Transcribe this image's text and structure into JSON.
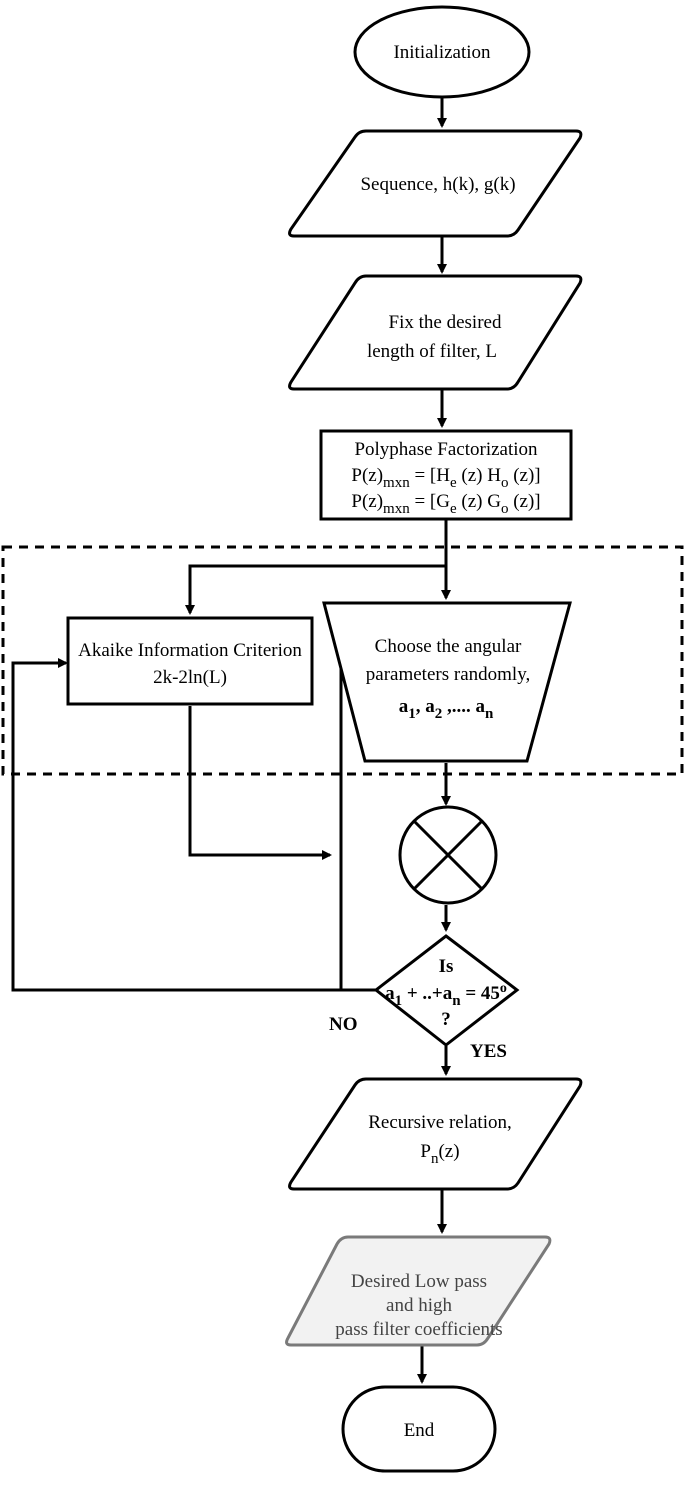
{
  "nodes": {
    "start": "Initialization",
    "sequence": "Sequence, h(k), g(k)",
    "fix_line1": "Fix the desired",
    "fix_line2": "length of filter, L",
    "poly_title": "Polyphase Factorization",
    "poly_eq1": {
      "p": "P(z)",
      "sub": "mxn",
      "mid": " = [H",
      "sub2": "e",
      "mid2": " (z) H",
      "sub3": "o",
      "end": " (z)]"
    },
    "poly_eq2": {
      "p": "P(z)",
      "sub": "mxn",
      "mid": " = [G",
      "sub2": "e",
      "mid2": " (z) G",
      "sub3": "o",
      "end": " (z)]"
    },
    "aic_line1": "Akaike Information Criterion",
    "aic_line2": "2k-2ln(L)",
    "choose_line1": "Choose the angular",
    "choose_line2": "parameters randomly,",
    "choose_params": {
      "a1": "a",
      "s1": "1",
      "sep1": ", ",
      "a2": "a",
      "s2": "2",
      "sep2": " ,.... ",
      "an": "a",
      "sn": "n"
    },
    "decision_is": "Is",
    "decision_eq": {
      "a1": "a",
      "s1": "1",
      "mid": " + ..+a",
      "sn": "n",
      "eq": " = 45",
      "sup": "o"
    },
    "decision_q": "?",
    "no_label": "NO",
    "yes_label": "YES",
    "recursive_line1": "Recursive relation,",
    "recursive_p": "P",
    "recursive_sub": "n",
    "recursive_end": "(z)",
    "output_line1": "Desired Low pass",
    "output_line2": "and high",
    "output_line3": "pass filter coefficients",
    "end": "End"
  },
  "colors": {
    "stroke": "#000000",
    "output_fill": "#f2f2f2",
    "output_stroke": "#7a7a7a"
  }
}
